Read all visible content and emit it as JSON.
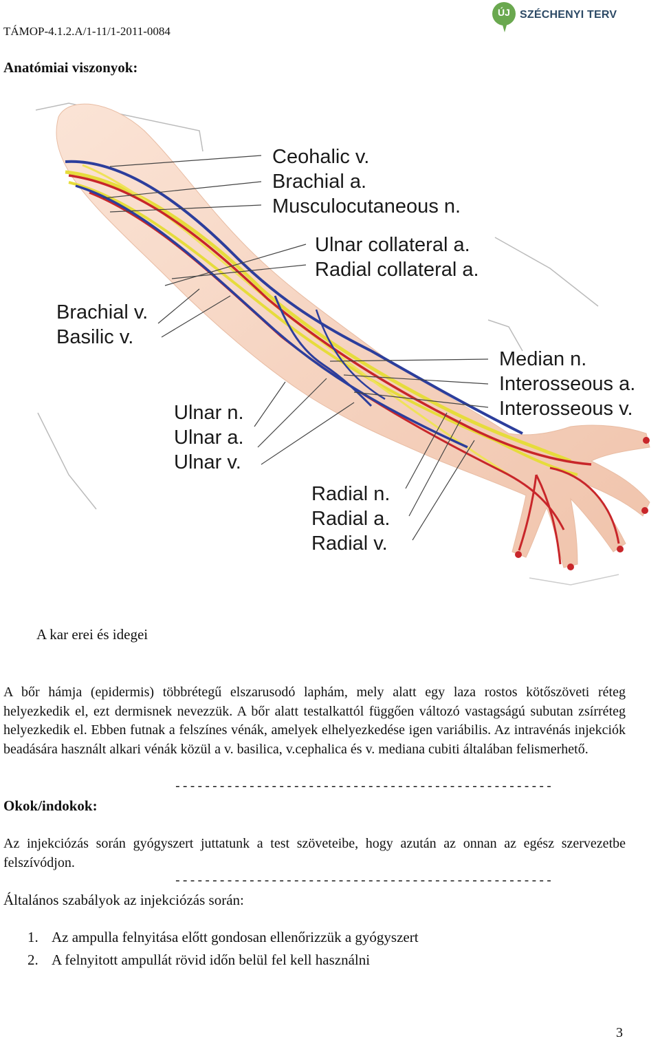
{
  "header": {
    "project_code": "TÁMOP-4.1.2.A/1-11/1-2011-0084",
    "logo_badge": "ÚJ",
    "logo_text": "SZÉCHENYI TERV"
  },
  "section_title": "Anatómiai viszonyok:",
  "figure": {
    "labels": {
      "group1": [
        "Ceohalic v.",
        "Brachial a.",
        "Musculocutaneous n."
      ],
      "group2": [
        "Ulnar collateral a.",
        "Radial collateral a."
      ],
      "group3": [
        "Brachial v.",
        "Basilic v."
      ],
      "group4": [
        "Median n.",
        "Interosseous a.",
        "Interosseous v."
      ],
      "group5": [
        "Ulnar n.",
        "Ulnar a.",
        "Ulnar v."
      ],
      "group6": [
        "Radial n.",
        "Radial a.",
        "Radial v."
      ]
    },
    "colors": {
      "skin": "#f6d2bd",
      "artery": "#c8262a",
      "vein": "#2c3e9c",
      "nerve": "#e6dc3c"
    }
  },
  "caption": "A kar erei és idegei",
  "paragraph1": "A bőr hámja (epidermis) többrétegű elszarusodó laphám, mely alatt egy laza rostos kötőszöveti réteg helyezkedik el, ezt dermisnek nevezzük. A bőr alatt testalkattól függően változó vastagságú subutan zsírréteg helyezkedik el. Ebben futnak a felszínes vénák, amelyek elhelyezkedése igen variábilis. Az intravénás injekciók beadására használt alkari vénák közül a v. basilica, v.cephalica és v. mediana cubiti általában felismerhető.",
  "rule": "---------------------------------------------------",
  "heading_reasons": "Okok/indokok:",
  "paragraph2": "Az injekciózás során gyógyszert juttatunk a test szöveteibe, hogy azután az onnan az egész szervezetbe felszívódjon.",
  "heading_rules": "Általános szabályok az injekciózás során:",
  "list": [
    {
      "num": "1.",
      "text": "Az ampulla felnyitása előtt gondosan ellenőrizzük a gyógyszert"
    },
    {
      "num": "2.",
      "text": "A felnyitott ampullát rövid időn belül fel kell használni"
    }
  ],
  "page_number": "3"
}
